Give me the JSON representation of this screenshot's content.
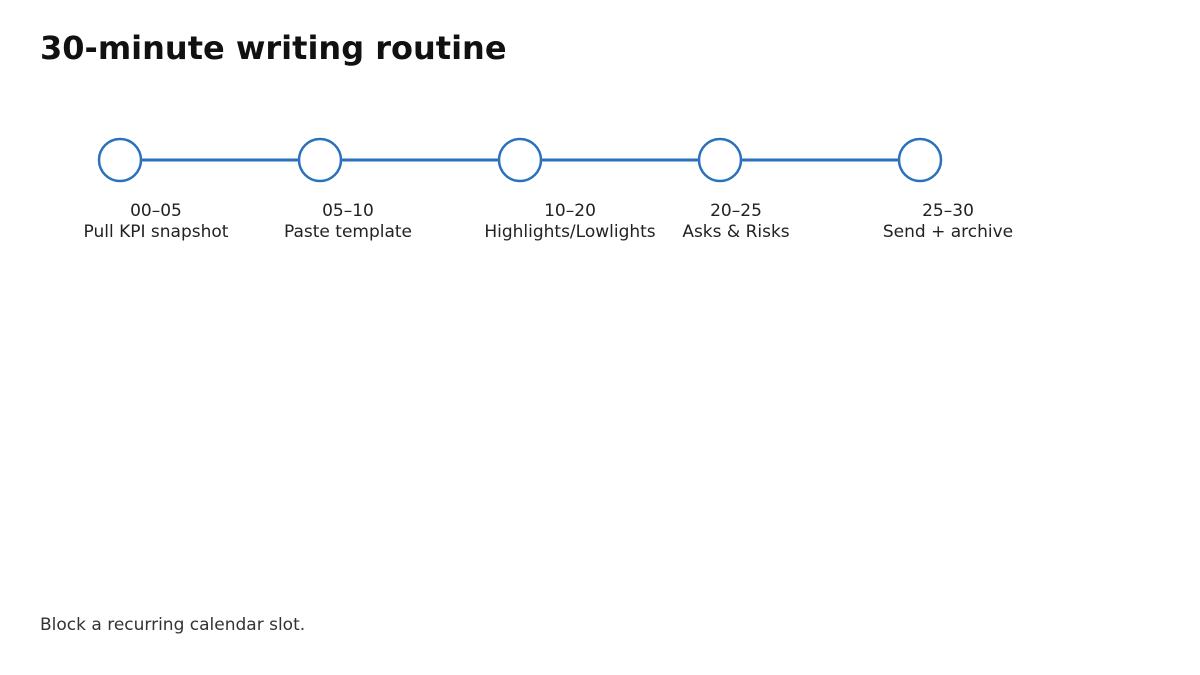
{
  "title": "30-minute writing routine",
  "colors": {
    "accent": "#2a72c0",
    "node_fill": "#ffffff",
    "text": "#222222"
  },
  "timeline": {
    "steps": [
      {
        "time": "00–05",
        "label": "Pull KPI snapshot"
      },
      {
        "time": "05–10",
        "label": "Paste template"
      },
      {
        "time": "10–20",
        "label": "Highlights/Lowlights"
      },
      {
        "time": "20–25",
        "label": "Asks & Risks"
      },
      {
        "time": "25–30",
        "label": "Send + archive"
      }
    ]
  },
  "footer": {
    "note": "Block a recurring calendar slot."
  }
}
